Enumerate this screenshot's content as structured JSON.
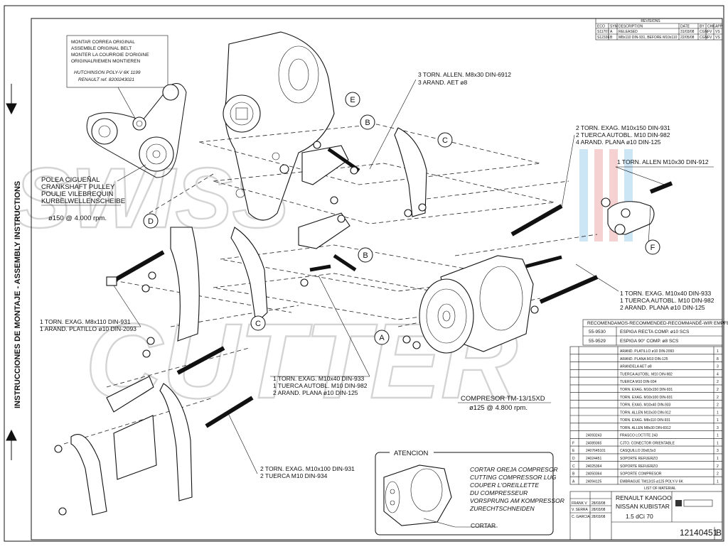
{
  "side_title": "INSTRUCCIONES DE MONTAJE - ASSEMBLY INSTRUCTIONS",
  "revisions": {
    "title": "REVISIONS",
    "headers": [
      "ECO",
      "SYM",
      "DESCRIPTION",
      "DATE",
      "BY",
      "CHK",
      "APP"
    ],
    "rows": [
      [
        "S11707",
        "A",
        "RELEASED",
        "31/03/08",
        "CGN",
        "FV",
        "VS"
      ],
      [
        "S12336",
        "B",
        "M8x110 DIN-931, BEFORE M10x110",
        "22/05/08",
        "CGN",
        "FV",
        "VS"
      ]
    ]
  },
  "belt_note": [
    "MONTAR CORREA ORIGINAL",
    "ASSEMBLE ORIGINAL BELT",
    "MONTER LA COURROIE D'ORIGINE",
    "ORIGINALRIEMEN MONTIEREN",
    "HUTCHINSON POLY-V 6K 1199",
    "RENAULT ref. 8200243021"
  ],
  "pulley_note": [
    "POLEA CIGUEÑAL",
    "CRANKSHAFT PULLEY",
    "POULIE VILEBREQUIN",
    "KURBELWELLENSCHEIBE"
  ],
  "pulley_speed": "ø150 @ 4.000 rpm.",
  "callouts": {
    "allen_m8": [
      "3 TORN. ALLEN. M8x30 DIN-6912",
      "3 ARAND. AET ø8"
    ],
    "exag_m10x150": [
      "2 TORN. EXAG. M10x150 DIN-931",
      "2 TUERCA AUTOBL. M10 DIN-982",
      "4 ARAND. PLANA ø10 DIN-125"
    ],
    "allen_m10": [
      "1 TORN. ALLEN M10x30 DIN-912"
    ],
    "exag_m10x40_r": [
      "1 TORN. EXAG. M10x40 DIN-933",
      "1 TUERCA AUTOBL. M10 DIN-982",
      "2 ARAND. PLANA ø10 DIN-125"
    ],
    "exag_m8x110": [
      "1 TORN. EXAG. M8x110 DIN-931",
      "1 ARAND. PLATILLO ø10 DIN-2093"
    ],
    "exag_m10x40_c": [
      "1 TORN. EXAG. M10x40 DIN-933",
      "1 TUERCA AUTOBL. M10 DIN-982",
      "2 ARAND. PLANA ø10 DIN-125"
    ],
    "exag_m10x100": [
      "2 TORN. EXAG. M10x100 DIN-931",
      "2 TUERCA M10 DIN-934"
    ]
  },
  "compressor": {
    "name": "COMPRESOR TM-13/15XD",
    "speed": "ø125 @ 4.800 rpm."
  },
  "recommended": {
    "title": "RECOMENDAMOS-RECOMMENDED-RECOMMANDÉ-WIR EMPFEHLEN",
    "rows": [
      [
        "55-9530",
        "ESPIGA RECTA COMP. ø10 SCS"
      ],
      [
        "55-9529",
        "ESPIGA 90° COMP. ø8 SCS"
      ]
    ]
  },
  "bom": [
    [
      "",
      "",
      "ARAND. PLATILLO ø10 DIN-2093",
      "1"
    ],
    [
      "",
      "",
      "ARAND. PLANA M10 DIN-125",
      "8"
    ],
    [
      "",
      "",
      "ARANDELA AET ø8",
      "3"
    ],
    [
      "",
      "",
      "TUERCA AUTOBL. M10 DIN-982",
      "4"
    ],
    [
      "",
      "",
      "TUERCA M10 DIN-934",
      "2"
    ],
    [
      "",
      "",
      "TORN. EXAG. M10x150 DIN-931",
      "2"
    ],
    [
      "",
      "",
      "TORN. EXAG. M10x100 DIN-931",
      "2"
    ],
    [
      "",
      "",
      "TORN. EXAG. M10x40 DIN-933",
      "2"
    ],
    [
      "",
      "",
      "TORN. ALLEN M10x30 DIN-912",
      "1"
    ],
    [
      "",
      "",
      "TORN. EXAG. M8x110 DIN-931",
      "1"
    ],
    [
      "",
      "",
      "TORN. ALLEN M8x30 DIN-6912",
      "3"
    ],
    [
      "",
      "24093243",
      "FRASCO LOCTITE 243",
      "1"
    ],
    [
      "F",
      "24089365",
      "CJTO. CONECTOR ORIENTABLE",
      "1"
    ],
    [
      "E",
      "2407645101",
      "CASQUILLO 20x8,5x3",
      "3"
    ],
    [
      "D",
      "24024451",
      "SOPORTE REFUERZO",
      "1"
    ],
    [
      "C",
      "24025364",
      "SOPORTE REFUERZO",
      "2"
    ],
    [
      "B",
      "24050364",
      "SOPORTE COMPRESOR",
      "2"
    ],
    [
      "A",
      "24094125",
      "EMBRAGUE TM13/15 ø125 POLY-V 6K",
      "1"
    ]
  ],
  "bom_footer": "LIST OF MATERIAL",
  "title_block": {
    "vehicle": [
      "RENAULT KANGOO",
      "NISSAN KUBISTAR",
      "1.5 dCi 70"
    ],
    "drawn": [
      [
        "FRANK V",
        "28/03/08"
      ],
      [
        "V. SERRA",
        "28/03/08"
      ],
      [
        "C. GARCIA",
        "28/03/08"
      ]
    ],
    "drawing_no": "12140451",
    "rev": "B"
  },
  "atencion": {
    "title": "ATENCION",
    "lines": [
      "CORTAR OREJA COMPRESOR",
      "CUTTING COMPRESSOR LUG",
      "COUPER L'OREILLETTE",
      "DU COMPRESSEUR",
      "VORSPRUNG AM KOMPRESSOR",
      "ZURECHTSCHNEIDEN"
    ],
    "cut_label": "CORTAR"
  },
  "part_labels": [
    "E",
    "B",
    "C",
    "D",
    "B",
    "C",
    "A",
    "F"
  ],
  "watermark": "SWISS CUTTER"
}
